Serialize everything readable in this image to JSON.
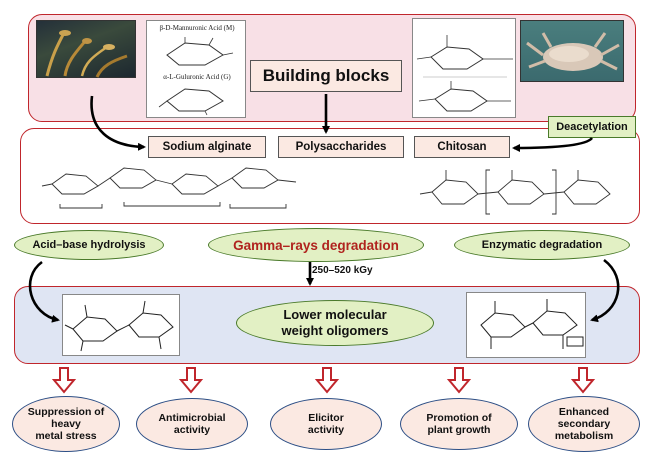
{
  "colors": {
    "top_panel_fill": "#f8e0e6",
    "mid_panel_fill": "#ffffff",
    "bottom_panel_fill": "#dfe5f3",
    "panel_border": "#c0262c",
    "label_fill": "#fbe9e2",
    "oval_fill": "#e2f0c4",
    "gamma_text": "#b0231e",
    "output_oval_border": "#2d4f86",
    "hollow_arrow": "#c0262c"
  },
  "top": {
    "title": "Building blocks",
    "seaweed_photo_icon": "seaweed-photo-icon",
    "crab_photo_icon": "crab-shell-photo-icon",
    "mannuronic_label": "β-D-Mannuronic Acid (M)",
    "guluronic_label": "α-L-Guluronic Acid (G)",
    "deacetylation": "Deacetylation"
  },
  "middle": {
    "sodium_alginate": "Sodium alginate",
    "polysaccharides": "Polysaccharides",
    "chitosan": "Chitosan"
  },
  "process": {
    "acid_base": "Acid–base hydrolysis",
    "gamma": "Gamma–rays degradation",
    "enzymatic": "Enzymatic degradation",
    "dose": "250–520 kGy"
  },
  "bottom": {
    "oligomers": "Lower molecular weight oligomers"
  },
  "outputs": [
    {
      "label": "Suppression of\nheavy\nmetal stress"
    },
    {
      "label": "Antimicrobial\nactivity"
    },
    {
      "label": "Elicitor\nactivity"
    },
    {
      "label": "Promotion of\nplant growth"
    },
    {
      "label": "Enhanced\nsecondary\nmetabolism"
    }
  ]
}
